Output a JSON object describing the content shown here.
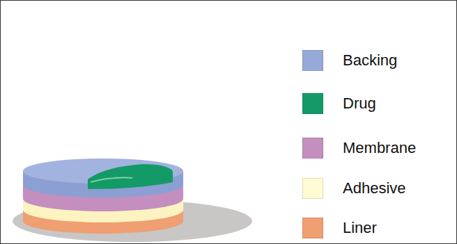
{
  "diagram": {
    "legend": [
      {
        "text": "Backing",
        "color": "#97a9d8"
      },
      {
        "text": "Drug",
        "color": "#139a66"
      },
      {
        "text": "Membrane",
        "color": "#c48ebf"
      },
      {
        "text": "Adhesive",
        "color": "#fffbd2"
      },
      {
        "text": "Liner",
        "color": "#ef9f72"
      }
    ]
  }
}
